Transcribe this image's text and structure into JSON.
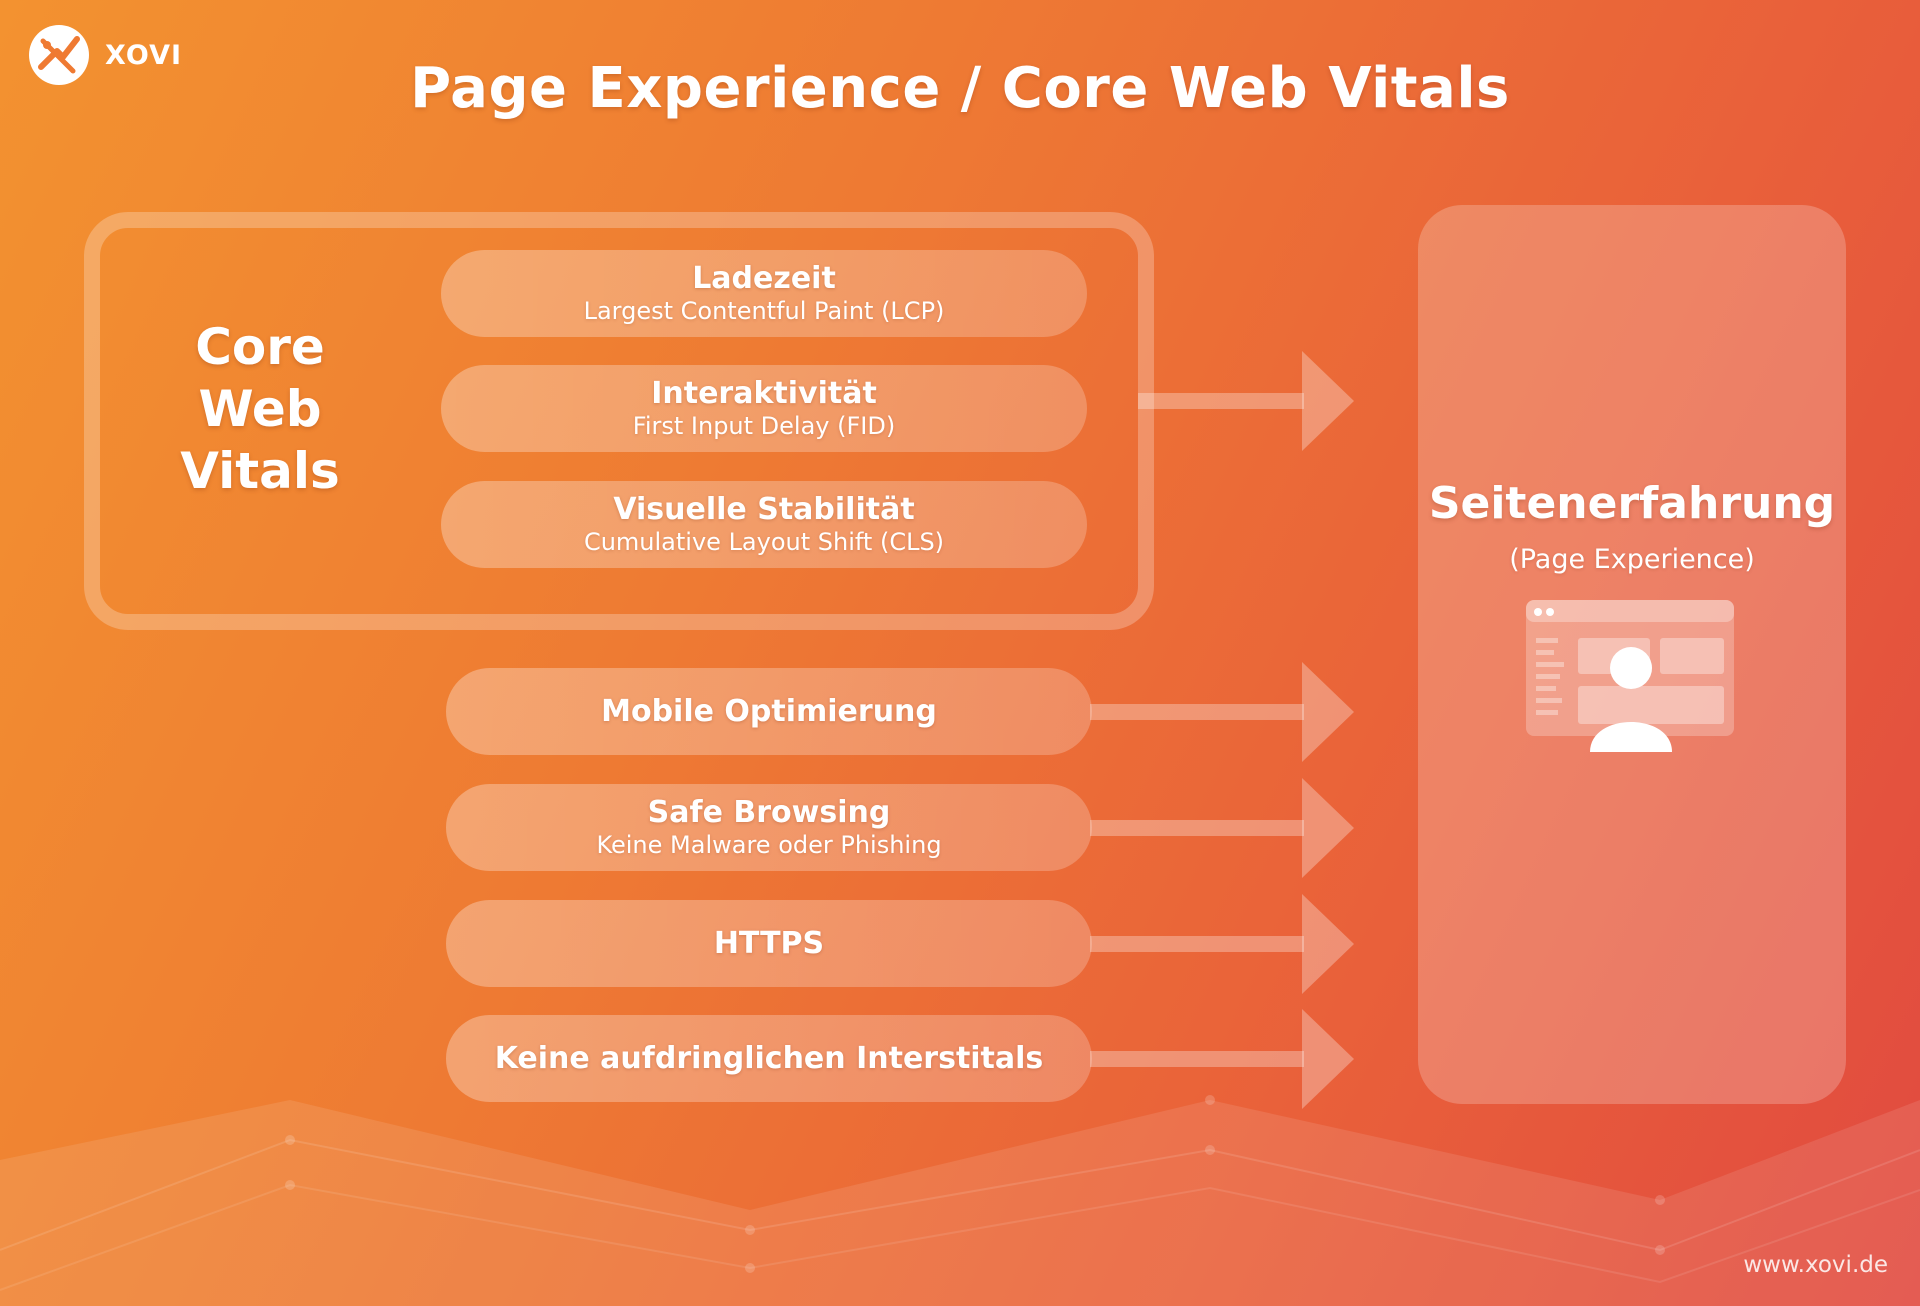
{
  "brand": {
    "name": "XOVI",
    "url": "www.xovi.de"
  },
  "title": "Page Experience / Core Web Vitals",
  "core_web_vitals": {
    "label_lines": [
      "Core",
      "Web",
      "Vitals"
    ],
    "metrics": [
      {
        "title": "Ladezeit",
        "subtitle": "Largest Contentful Paint (LCP)"
      },
      {
        "title": "Interaktivität",
        "subtitle": "First Input Delay (FID)"
      },
      {
        "title": "Visuelle Stabilität",
        "subtitle": "Cumulative Layout Shift (CLS)"
      }
    ]
  },
  "other_signals": [
    {
      "title": "Mobile Optimierung",
      "subtitle": ""
    },
    {
      "title": "Safe Browsing",
      "subtitle": "Keine Malware oder Phishing"
    },
    {
      "title": "HTTPS",
      "subtitle": ""
    },
    {
      "title": "Keine aufdringlichen Interstitals",
      "subtitle": ""
    }
  ],
  "result": {
    "title": "Seitenerfahrung",
    "subtitle": "(Page Experience)"
  },
  "icons": {
    "logo": "xovi-logo-icon",
    "page": "webpage-user-icon"
  }
}
